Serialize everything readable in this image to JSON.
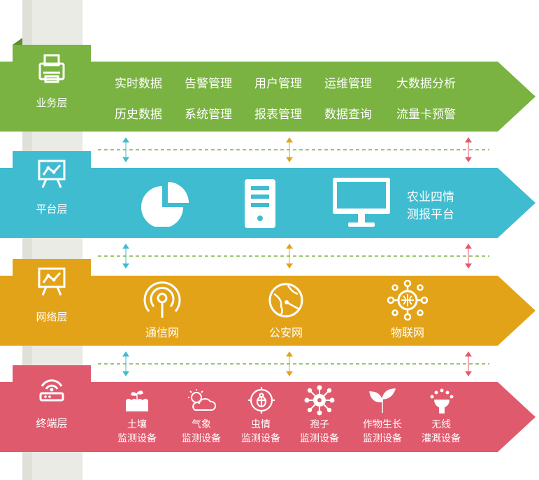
{
  "layers": [
    {
      "label": "业务层",
      "color": "#7ab341",
      "dark": "#5e8f2e",
      "icon": "printer-icon"
    },
    {
      "label": "平台层",
      "color": "#3fbcd0",
      "dark": "#2e96a8",
      "icon": "board-chart-icon"
    },
    {
      "label": "网络层",
      "color": "#e3a318",
      "dark": "#b98212",
      "icon": "board-chart-icon"
    },
    {
      "label": "终端层",
      "color": "#e05a6d",
      "dark": "#b44454",
      "icon": "router-icon"
    }
  ],
  "business": {
    "row1": [
      "实时数据",
      "告警管理",
      "用户管理",
      "运维管理",
      "大数据分析"
    ],
    "row2": [
      "历史数据",
      "系统管理",
      "报表管理",
      "数据查询",
      "流量卡预警"
    ]
  },
  "platform": {
    "icons": [
      "pie-chart-icon",
      "server-icon",
      "monitor-icon"
    ],
    "text_line1": "农业四情",
    "text_line2": "测报平台"
  },
  "network": {
    "items": [
      {
        "icon": "signal-icon",
        "label": "通信网"
      },
      {
        "icon": "globe-icon",
        "label": "公安网"
      },
      {
        "icon": "iot-network-icon",
        "label": "物联网"
      }
    ]
  },
  "terminal": {
    "items": [
      {
        "icon": "soil-plant-icon",
        "line1": "土壤",
        "line2": "监测设备"
      },
      {
        "icon": "weather-icon",
        "line1": "气象",
        "line2": "监测设备"
      },
      {
        "icon": "bug-target-icon",
        "line1": "虫情",
        "line2": "监测设备"
      },
      {
        "icon": "spore-icon",
        "line1": "孢子",
        "line2": "监测设备"
      },
      {
        "icon": "sprout-icon",
        "line1": "作物生长",
        "line2": "监测设备"
      },
      {
        "icon": "sprinkler-icon",
        "line1": "无线",
        "line2": "灌溉设备"
      }
    ]
  },
  "connector_colors": [
    "#3fbcd0",
    "#e3a318",
    "#e05a6d"
  ]
}
